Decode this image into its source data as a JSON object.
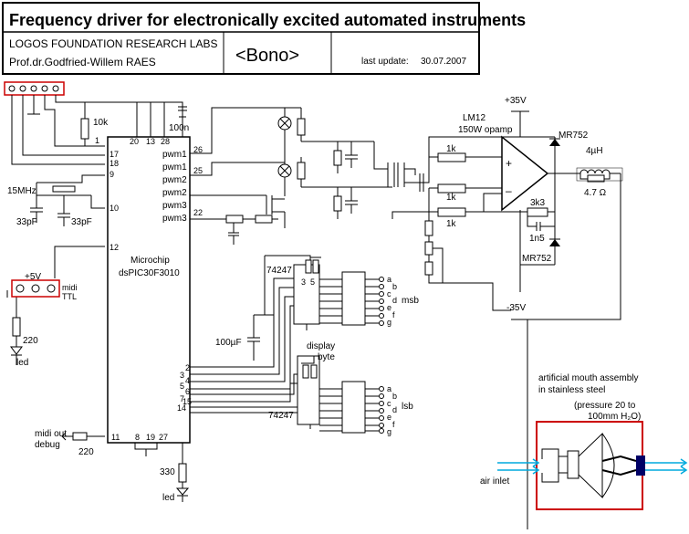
{
  "title": "Frequency driver for electronically excited automated instruments",
  "header": {
    "org": "LOGOS FOUNDATION RESEARCH LABS",
    "author": "Prof.dr.Godfried-Willem RAES",
    "project": "<Bono>",
    "last_update_label": "last update:",
    "last_update_date": "30.07.2007"
  },
  "mcu": {
    "name": "Microchip",
    "part": "dsPIC30F3010",
    "pins": {
      "p1": "1",
      "p17": "17",
      "p18": "18",
      "p9": "9",
      "p10": "10",
      "p12": "12",
      "p20": "20",
      "p13": "13",
      "p28": "28",
      "p26": "26",
      "p25": "25",
      "p22": "22",
      "p2": "2",
      "p3": "3",
      "p4": "4",
      "p5": "5",
      "p6": "6",
      "p7": "7",
      "p15": "15",
      "p14": "14",
      "p11": "11",
      "p8": "8",
      "p19": "19",
      "p27": "27"
    },
    "pwm": [
      "pwm1",
      "pwm1",
      "pwm2",
      "pwm2",
      "pwm3",
      "pwm3"
    ]
  },
  "labels": {
    "r10k": "10k",
    "c100n": "100n",
    "xtal": "15MHz",
    "c33a": "33pF",
    "c33b": "33pF",
    "plus5": "+5V",
    "midi": "midi",
    "ttl": "TTL",
    "r220a": "220",
    "led1": "led",
    "midi_out": "midi out",
    "debug": "debug",
    "r220b": "220",
    "r330": "330",
    "led2": "led",
    "plus35": "+35V",
    "lm12": "LM12",
    "opamp": "150W opamp",
    "r1k_1": "1k",
    "r1k_2": "1k",
    "r1k_3": "1k",
    "r3k3": "3k3",
    "c1n5": "1n5",
    "mr752a": "MR752",
    "mr752b": "MR752",
    "minus35": "-35V",
    "l4uh": "4µH",
    "r47": "4.7 Ω",
    "opamp_plus": "+",
    "opamp_minus": "–",
    "dec_top": "74247",
    "dec_bot": "74247",
    "pin3": "3",
    "pin5": "5",
    "c100u": "100µF",
    "display1": "display",
    "display2": "byte",
    "msb": "msb",
    "lsb": "lsb",
    "seg_a": "a",
    "seg_b": "b",
    "seg_c": "c",
    "seg_d": "d",
    "seg_e": "e",
    "seg_f": "f",
    "seg_g": "g",
    "mouth1": "artificial mouth assembly",
    "mouth2": "in stainless steel",
    "pressure1": "(pressure 20 to",
    "pressure2": "100mm H₂O)",
    "air_inlet": "air inlet"
  },
  "colors": {
    "header_border": "#000000",
    "connector": "#cc0000",
    "mouth_box": "#cc0000",
    "air_arrow": "#00aadd",
    "mouth_dark": "#000066"
  }
}
